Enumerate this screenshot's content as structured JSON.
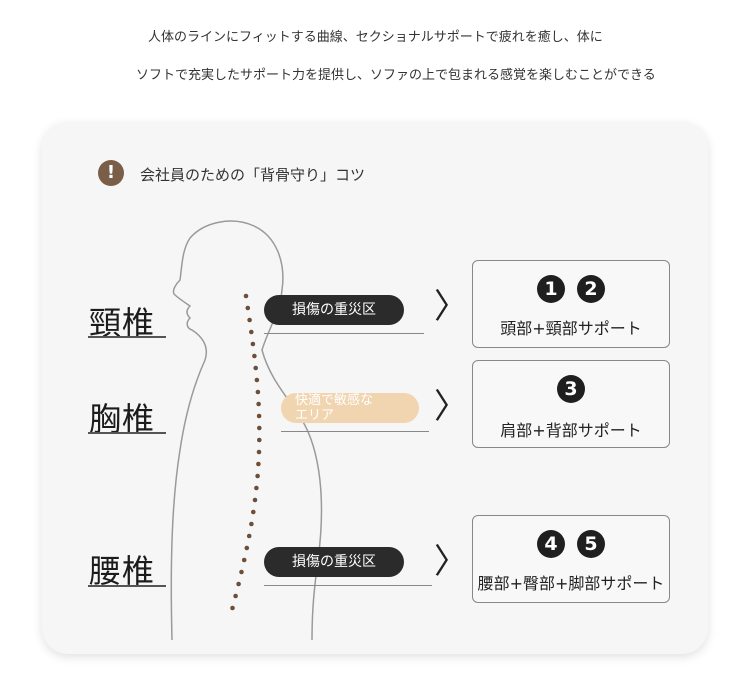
{
  "intro": {
    "line1": "人体のラインにフィットする曲線、セクショナルサポートで疲れを癒し、体に",
    "line2": "ソフトで充実したサポート力を提供し、ソファの上で包まれる感覚を楽しむことができる"
  },
  "card": {
    "warning_icon": "exclamation-icon",
    "warning_glyph": "!",
    "title": "会社員のための「背骨守り」コツ"
  },
  "regions": [
    {
      "label": "頸椎",
      "tag": "損傷の重災区",
      "tag_style": "dark",
      "numbers": [
        "1",
        "2"
      ],
      "support": "頭部+頸部サポート"
    },
    {
      "label": "胸椎",
      "tag": "快適で敏感なエリア",
      "tag_line1": "快適で敏感な",
      "tag_line2": "エリア",
      "tag_style": "light",
      "numbers": [
        "3"
      ],
      "support": "肩部+背部サポート"
    },
    {
      "label": "腰椎",
      "tag": "損傷の重災区",
      "tag_style": "dark",
      "numbers": [
        "4",
        "5"
      ],
      "support": "腰部+臀部+脚部サポート"
    }
  ],
  "colors": {
    "warning": "#7a5e48",
    "dark_pill": "#2b2b2b",
    "light_pill": "#f0d5b0",
    "spine_dots": "#6b4f3a"
  },
  "chevron_glyph": "〉"
}
